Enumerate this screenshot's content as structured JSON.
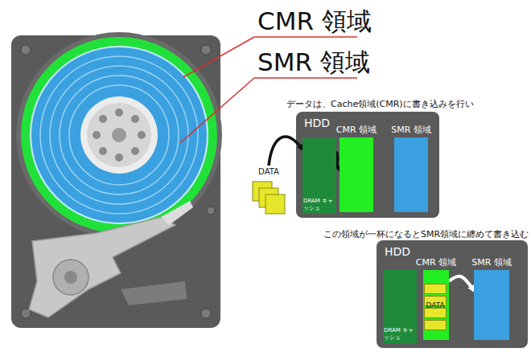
{
  "diagram": {
    "nodes": [
      {
        "text": [
          "HDD"
        ]
      },
      {
        "text": [
          "DRAM キャッシュ"
        ],
        "in": 0
      },
      {
        "text": [
          "CMR 領域"
        ],
        "in": 0
      },
      {
        "text": [
          "SMR 領域"
        ],
        "in": 0
      },
      {
        "text": [
          "DATA"
        ]
      },
      {
        "text": [
          "HDD"
        ]
      },
      {
        "text": [
          "DRAM キャッシュ"
        ],
        "in": 5
      },
      {
        "text": [
          "CMR 領域"
        ],
        "in": 5
      },
      {
        "text": [
          "DATA"
        ],
        "in": 7
      },
      {
        "text": [
          "SMR 領域"
        ],
        "in": 5
      }
    ],
    "edges": [
      {
        "from": 4,
        "to": 1,
        "arrow": "to"
      },
      {
        "from": 1,
        "to": 2,
        "arrow": "to"
      },
      {
        "from": 7,
        "to": 9,
        "arrow": "to"
      }
    ],
    "labels": [
      "CMR 領域",
      "SMR 領域",
      "データは、Cache領域(CMR)に書き込みを行い",
      "この領域が一杯になるとSMR領域に纏めて書き込む"
    ]
  }
}
